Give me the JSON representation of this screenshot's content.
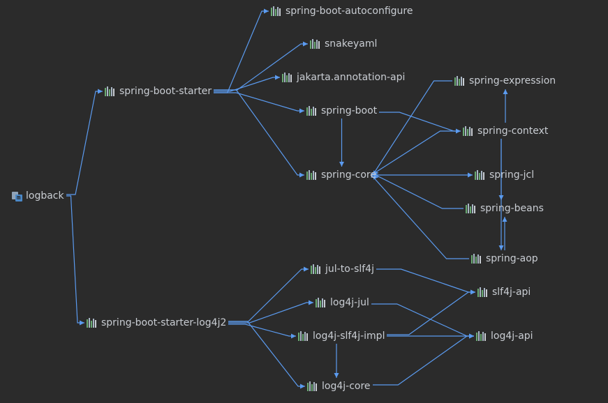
{
  "diagram": {
    "edge_color": "#5b9bf0",
    "nodes": {
      "logback": {
        "label": "logback",
        "icon": "maven-module-icon"
      },
      "spring_boot_starter": {
        "label": "spring-boot-starter",
        "icon": "library-icon"
      },
      "spring_boot_autoconfigure": {
        "label": "spring-boot-autoconfigure",
        "icon": "library-icon"
      },
      "snakeyaml": {
        "label": "snakeyaml",
        "icon": "library-icon"
      },
      "jakarta_annotation_api": {
        "label": "jakarta.annotation-api",
        "icon": "library-icon"
      },
      "spring_boot": {
        "label": "spring-boot",
        "icon": "library-icon"
      },
      "spring_core": {
        "label": "spring-core",
        "icon": "library-icon"
      },
      "spring_expression": {
        "label": "spring-expression",
        "icon": "library-icon"
      },
      "spring_context": {
        "label": "spring-context",
        "icon": "library-icon"
      },
      "spring_jcl": {
        "label": "spring-jcl",
        "icon": "library-icon"
      },
      "spring_beans": {
        "label": "spring-beans",
        "icon": "library-icon"
      },
      "spring_aop": {
        "label": "spring-aop",
        "icon": "library-icon"
      },
      "spring_boot_starter_log4j2": {
        "label": "spring-boot-starter-log4j2",
        "icon": "library-icon"
      },
      "jul_to_slf4j": {
        "label": "jul-to-slf4j",
        "icon": "library-icon"
      },
      "log4j_jul": {
        "label": "log4j-jul",
        "icon": "library-icon"
      },
      "log4j_slf4j_impl": {
        "label": "log4j-slf4j-impl",
        "icon": "library-icon"
      },
      "log4j_core": {
        "label": "log4j-core",
        "icon": "library-icon"
      },
      "slf4j_api": {
        "label": "slf4j-api",
        "icon": "library-icon"
      },
      "log4j_api": {
        "label": "log4j-api",
        "icon": "library-icon"
      }
    },
    "edges": [
      [
        "logback",
        "spring_boot_starter"
      ],
      [
        "logback",
        "spring_boot_starter_log4j2"
      ],
      [
        "spring_boot_starter",
        "spring_boot_autoconfigure"
      ],
      [
        "spring_boot_starter",
        "snakeyaml"
      ],
      [
        "spring_boot_starter",
        "jakarta_annotation_api"
      ],
      [
        "spring_boot_starter",
        "spring_boot"
      ],
      [
        "spring_boot_starter",
        "spring_core"
      ],
      [
        "spring_boot",
        "spring_core"
      ],
      [
        "spring_boot",
        "spring_context"
      ],
      [
        "spring_context",
        "spring_expression"
      ],
      [
        "spring_context",
        "spring_core"
      ],
      [
        "spring_context",
        "spring_beans"
      ],
      [
        "spring_context",
        "spring_aop"
      ],
      [
        "spring_core",
        "spring_jcl"
      ],
      [
        "spring_expression",
        "spring_core"
      ],
      [
        "spring_beans",
        "spring_core"
      ],
      [
        "spring_aop",
        "spring_core"
      ],
      [
        "spring_aop",
        "spring_beans"
      ],
      [
        "spring_boot_starter_log4j2",
        "jul_to_slf4j"
      ],
      [
        "spring_boot_starter_log4j2",
        "log4j_jul"
      ],
      [
        "spring_boot_starter_log4j2",
        "log4j_slf4j_impl"
      ],
      [
        "spring_boot_starter_log4j2",
        "log4j_core"
      ],
      [
        "jul_to_slf4j",
        "slf4j_api"
      ],
      [
        "log4j_jul",
        "log4j_api"
      ],
      [
        "log4j_slf4j_impl",
        "slf4j_api"
      ],
      [
        "log4j_slf4j_impl",
        "log4j_api"
      ],
      [
        "log4j_slf4j_impl",
        "log4j_core"
      ],
      [
        "log4j_core",
        "log4j_api"
      ]
    ]
  }
}
